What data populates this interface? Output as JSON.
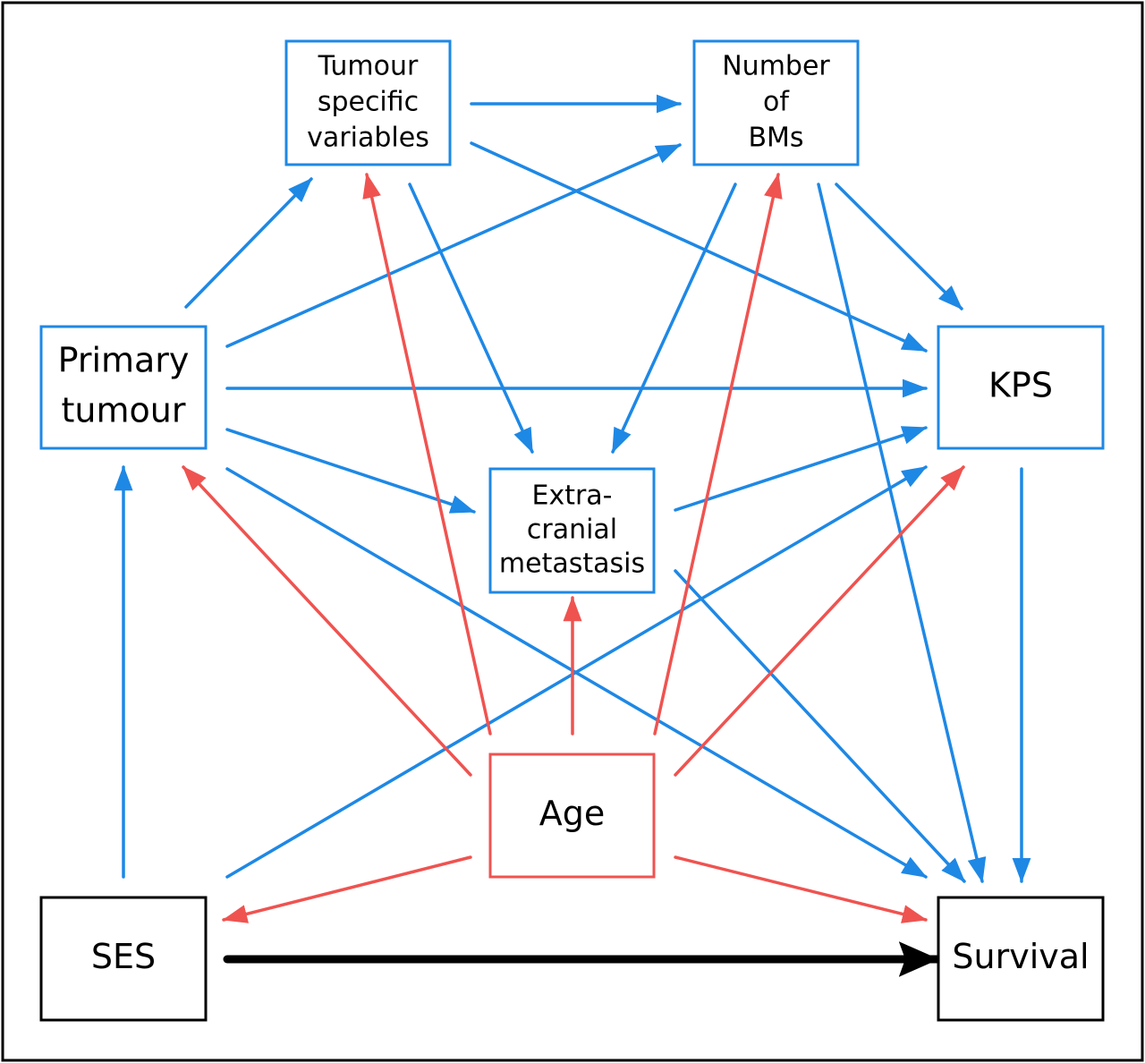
{
  "colors": {
    "blue": "#1e88e5",
    "red": "#ef5350",
    "black": "#000000",
    "frame": "#000000"
  },
  "nodes": [
    {
      "id": "tumour-specific-variables",
      "lines": [
        "Tumour",
        "specific",
        "variables"
      ],
      "color": "blue"
    },
    {
      "id": "number-of-bms",
      "lines": [
        "Number",
        "of",
        "BMs"
      ],
      "color": "blue"
    },
    {
      "id": "primary-tumour",
      "lines": [
        "Primary",
        "tumour"
      ],
      "color": "blue"
    },
    {
      "id": "kps",
      "lines": [
        "KPS"
      ],
      "color": "blue"
    },
    {
      "id": "extra-cranial-metastasis",
      "lines": [
        "Extra-",
        "cranial",
        "metastasis"
      ],
      "color": "blue"
    },
    {
      "id": "age",
      "lines": [
        "Age"
      ],
      "color": "red"
    },
    {
      "id": "ses",
      "lines": [
        "SES"
      ],
      "color": "black"
    },
    {
      "id": "survival",
      "lines": [
        "Survival"
      ],
      "color": "black"
    }
  ],
  "edges": [
    {
      "from": "tumour-specific-variables",
      "to": "number-of-bms",
      "color": "blue"
    },
    {
      "from": "tumour-specific-variables",
      "to": "kps",
      "color": "blue"
    },
    {
      "from": "tumour-specific-variables",
      "to": "extra-cranial-metastasis",
      "color": "blue"
    },
    {
      "from": "number-of-bms",
      "to": "kps",
      "color": "blue"
    },
    {
      "from": "number-of-bms",
      "to": "extra-cranial-metastasis",
      "color": "blue"
    },
    {
      "from": "number-of-bms",
      "to": "survival",
      "color": "blue"
    },
    {
      "from": "primary-tumour",
      "to": "tumour-specific-variables",
      "color": "blue"
    },
    {
      "from": "primary-tumour",
      "to": "number-of-bms",
      "color": "blue"
    },
    {
      "from": "primary-tumour",
      "to": "kps",
      "color": "blue"
    },
    {
      "from": "primary-tumour",
      "to": "extra-cranial-metastasis",
      "color": "blue"
    },
    {
      "from": "primary-tumour",
      "to": "survival",
      "color": "blue"
    },
    {
      "from": "extra-cranial-metastasis",
      "to": "kps",
      "color": "blue"
    },
    {
      "from": "extra-cranial-metastasis",
      "to": "survival",
      "color": "blue"
    },
    {
      "from": "kps",
      "to": "survival",
      "color": "blue"
    },
    {
      "from": "ses",
      "to": "primary-tumour",
      "color": "blue"
    },
    {
      "from": "ses",
      "to": "kps",
      "color": "blue"
    },
    {
      "from": "age",
      "to": "tumour-specific-variables",
      "color": "red"
    },
    {
      "from": "age",
      "to": "number-of-bms",
      "color": "red"
    },
    {
      "from": "age",
      "to": "primary-tumour",
      "color": "red"
    },
    {
      "from": "age",
      "to": "extra-cranial-metastasis",
      "color": "red"
    },
    {
      "from": "age",
      "to": "kps",
      "color": "red"
    },
    {
      "from": "age",
      "to": "ses",
      "color": "red"
    },
    {
      "from": "age",
      "to": "survival",
      "color": "red"
    },
    {
      "from": "ses",
      "to": "survival",
      "color": "black",
      "bold": true
    }
  ]
}
